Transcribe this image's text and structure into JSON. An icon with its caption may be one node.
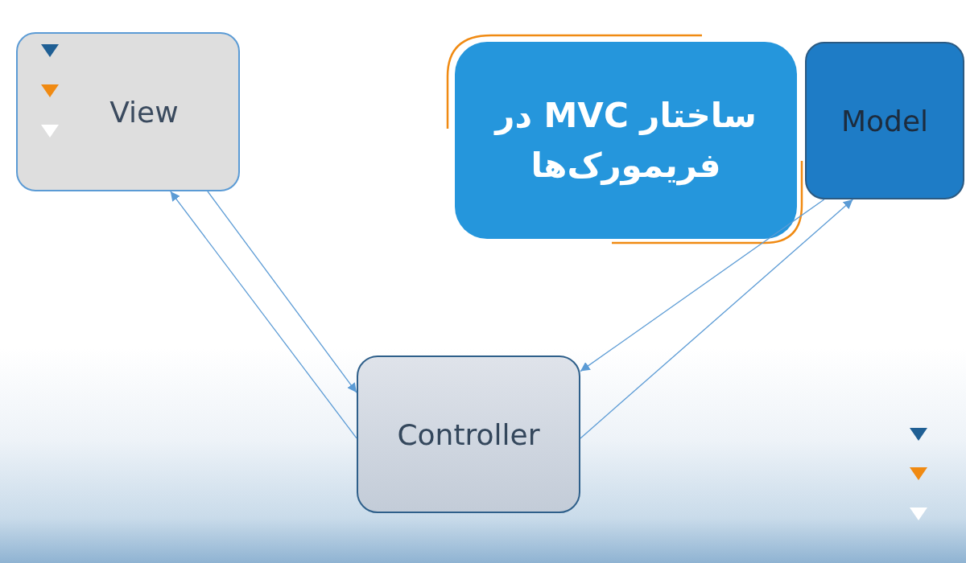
{
  "diagram": {
    "title": "ساختار MVC در فریمورک‌ها",
    "nodes": [
      {
        "text": [
          "View"
        ]
      },
      {
        "text": [
          "Model"
        ]
      },
      {
        "text": [
          "Controller"
        ]
      }
    ],
    "edges": [
      {
        "from": 0,
        "to": 2,
        "arrow": "to"
      },
      {
        "from": 2,
        "to": 0,
        "arrow": "to"
      },
      {
        "from": 1,
        "to": 2,
        "arrow": "to"
      },
      {
        "from": 2,
        "to": 1,
        "arrow": "to"
      }
    ]
  }
}
